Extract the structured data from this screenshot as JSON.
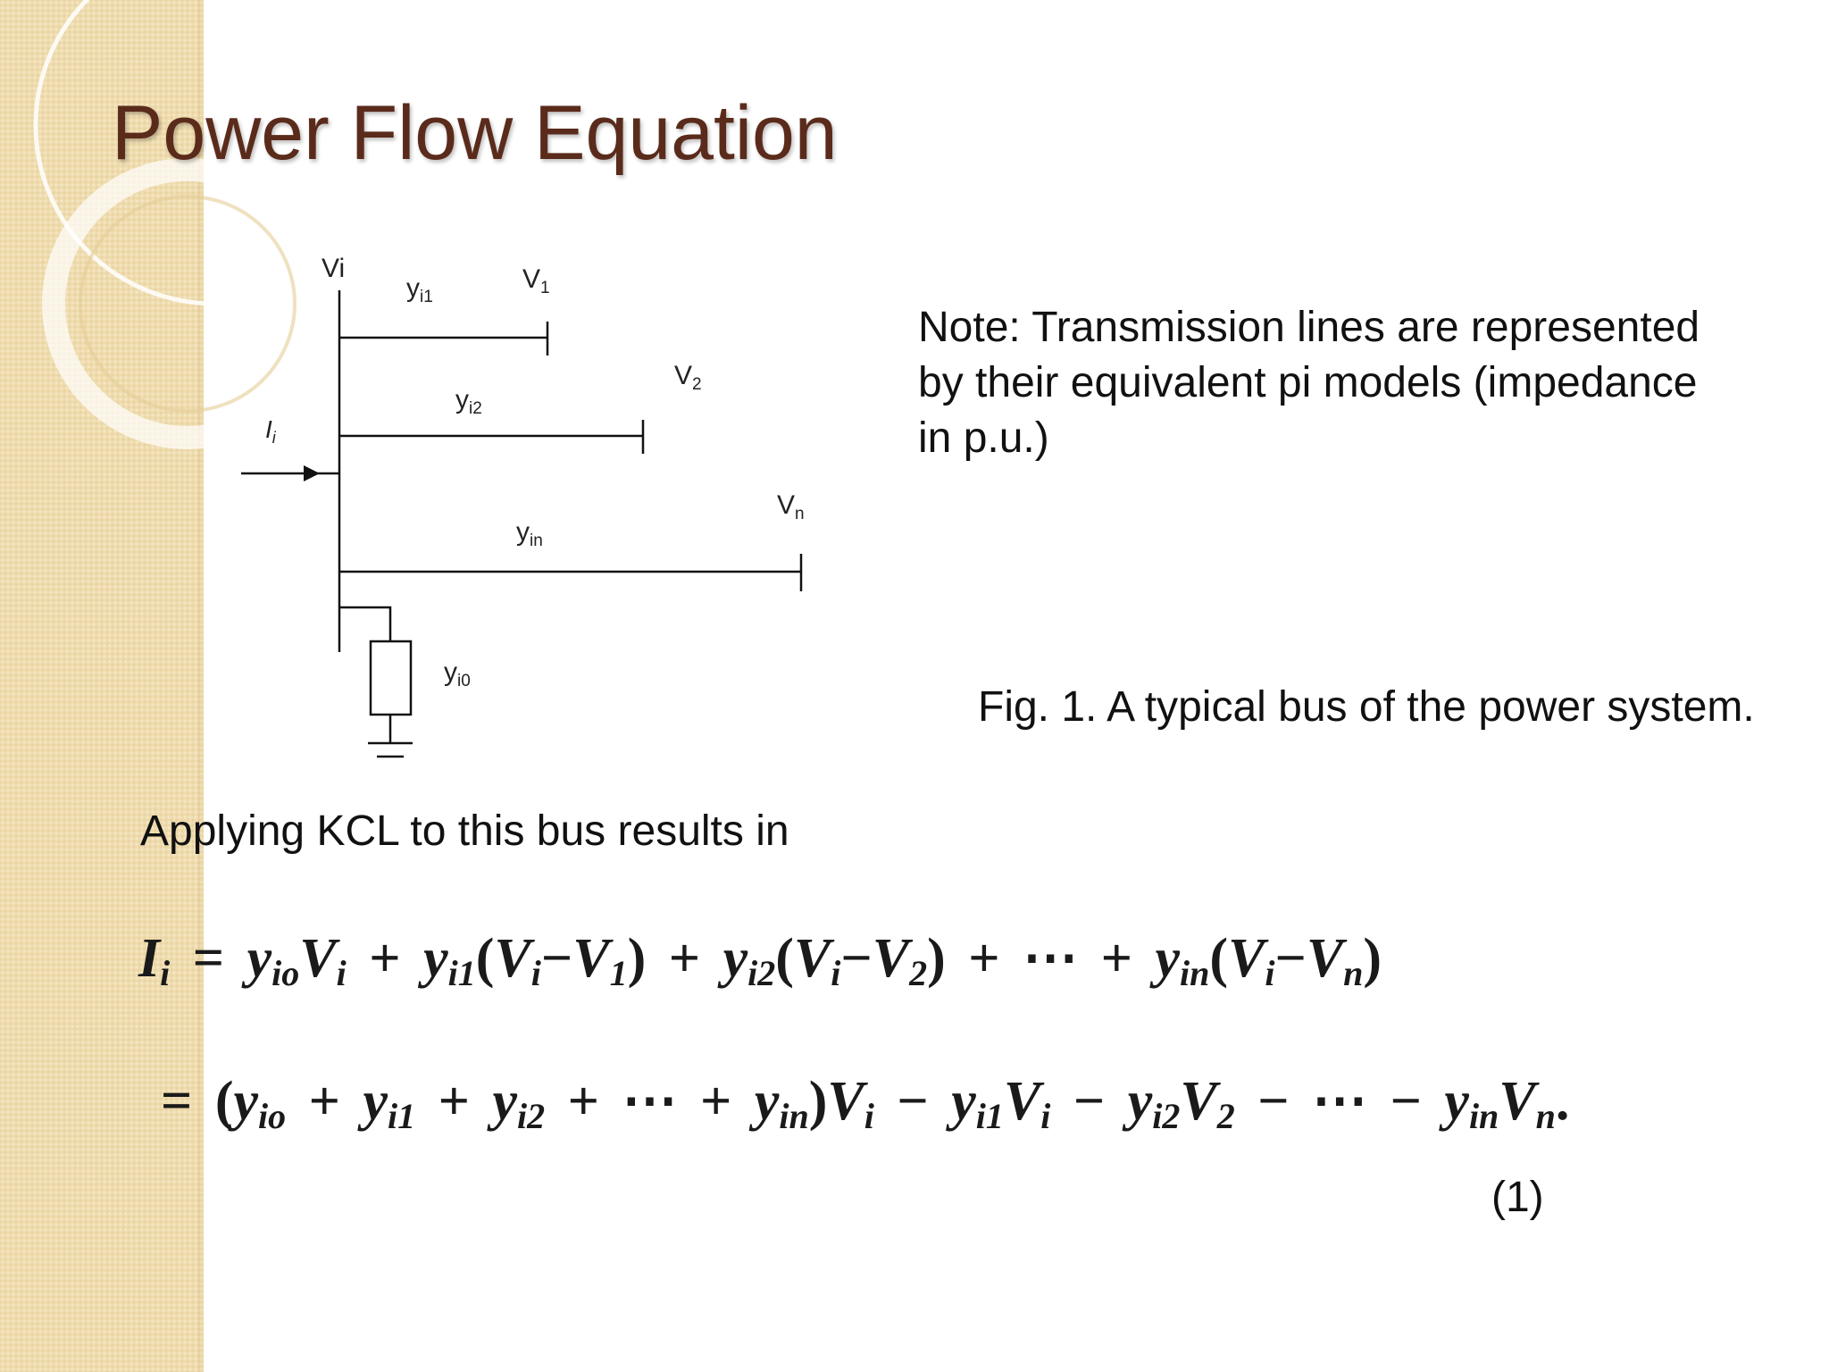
{
  "slide": {
    "title": "Power Flow Equation",
    "note": "Note: Transmission lines are represented by their equivalent pi models (impedance in p.u.)",
    "caption": "Fig. 1. A typical bus of the power system.",
    "kcl_text": "Applying KCL to this bus results in",
    "equation_number": "(1)"
  },
  "diagram": {
    "labels": {
      "bus_voltage": "Vi",
      "v1": "V",
      "v1_sub": "1",
      "v2": "V",
      "v2_sub": "2",
      "vn": "V",
      "vn_sub": "n",
      "yi1": "y",
      "yi1_sub": "i1",
      "yi2": "y",
      "yi2_sub": "i2",
      "yin": "y",
      "yin_sub": "in",
      "yi0": "y",
      "yi0_sub": "i0",
      "current": "I",
      "current_sub": "i"
    }
  },
  "equation": {
    "line1": {
      "lhs": "I",
      "lhs_sub": "i",
      "eq": "=",
      "t1": "y",
      "t1_sub": "io",
      "t1v": "V",
      "t1v_sub": "i",
      "plus1": "+",
      "t2": "y",
      "t2_sub": "i1",
      "t2open": "(",
      "t2a": "V",
      "t2a_sub": "i",
      "t2minus": "−",
      "t2b": "V",
      "t2b_sub": "1",
      "t2close": ")",
      "plus2": "+",
      "t3": "y",
      "t3_sub": "i2",
      "t3open": "(",
      "t3a": "V",
      "t3a_sub": "i",
      "t3minus": "−",
      "t3b": "V",
      "t3b_sub": "2",
      "t3close": ")",
      "plus3": "+",
      "dots": "⋯",
      "plus4": "+",
      "t4": "y",
      "t4_sub": "in",
      "t4open": "(",
      "t4a": "V",
      "t4a_sub": "i",
      "t4minus": "−",
      "t4b": "V",
      "t4b_sub": "n",
      "t4close": ")"
    },
    "line2": {
      "eq": "=",
      "open": "(",
      "a": "y",
      "a_sub": "io",
      "p1": "+",
      "b": "y",
      "b_sub": "i1",
      "p2": "+",
      "c": "y",
      "c_sub": "i2",
      "p3": "+",
      "dots1": "⋯",
      "p4": "+",
      "d": "y",
      "d_sub": "in",
      "close": ")",
      "v": "V",
      "v_sub": "i",
      "m1": "−",
      "e": "y",
      "e_sub": "i1",
      "ev": "V",
      "ev_sub": "i",
      "m2": "−",
      "f": "y",
      "f_sub": "i2",
      "fv": "V",
      "fv_sub": "2",
      "m3": "−",
      "dots2": "⋯",
      "m4": "−",
      "g": "y",
      "g_sub": "in",
      "gv": "V",
      "gv_sub": "n",
      "end": "."
    }
  }
}
